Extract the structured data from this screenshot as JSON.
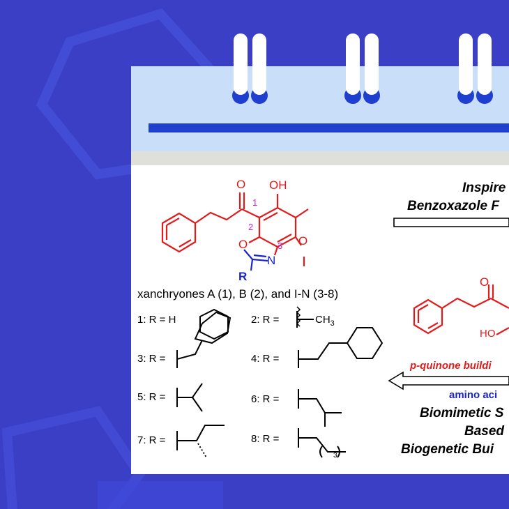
{
  "compound_label": "xanchryones A (1), B (2), and I-N (3-8)",
  "atoms": {
    "O": "O",
    "OH": "OH",
    "N": "N",
    "R": "R",
    "HO": "HO"
  },
  "numbers": {
    "n1": "1",
    "n2": "2",
    "n3": "3"
  },
  "variants": [
    {
      "label": "1: R = H"
    },
    {
      "label": "2: R =",
      "group": "CH",
      "sub": "3"
    },
    {
      "label": "3: R ="
    },
    {
      "label": "4: R ="
    },
    {
      "label": "5: R ="
    },
    {
      "label": "6: R ="
    },
    {
      "label": "7: R ="
    },
    {
      "label": "8: R =",
      "sub": "3"
    }
  ],
  "right_text": {
    "line1": "Inspire",
    "line2": "Benzoxazole F",
    "building": "p-quinone buildi",
    "amino": "amino aci",
    "bio1": "Biomimetic S",
    "bio2": "Based",
    "bio3": "Biogenetic Bui"
  },
  "colors": {
    "red": "#e31a1a",
    "blue": "#1a24c8",
    "magenta": "#d21fd2",
    "bg": "#3a3fc6",
    "calendar_bar": "#1f3fcf"
  }
}
